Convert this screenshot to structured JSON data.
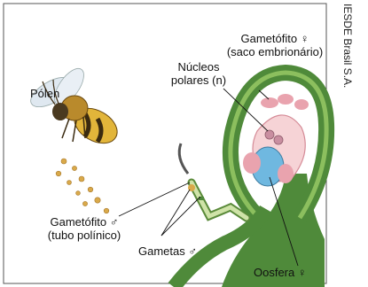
{
  "labels": {
    "pollen": "Pólen",
    "female_gametophyte_line1": "Gametófito ♀",
    "female_gametophyte_line2": "(saco embrionário)",
    "polar_nuclei_line1": "Núcleos",
    "polar_nuclei_line2": "polares (n)",
    "male_gametophyte_line1": "Gametófito ♂",
    "male_gametophyte_line2": "(tubo polínico)",
    "male_gametes": "Gametas ♂",
    "egg_cell": "Oosfera ♀"
  },
  "credit": "IESDE Brasil S.A.",
  "colors": {
    "plant_green": "#4f8a3a",
    "plant_light": "#9cc46b",
    "sac_pink": "#e9a3ae",
    "egg_blue": "#6fb8e0",
    "bee_yellow": "#e2b53a",
    "frame": "#444444"
  }
}
